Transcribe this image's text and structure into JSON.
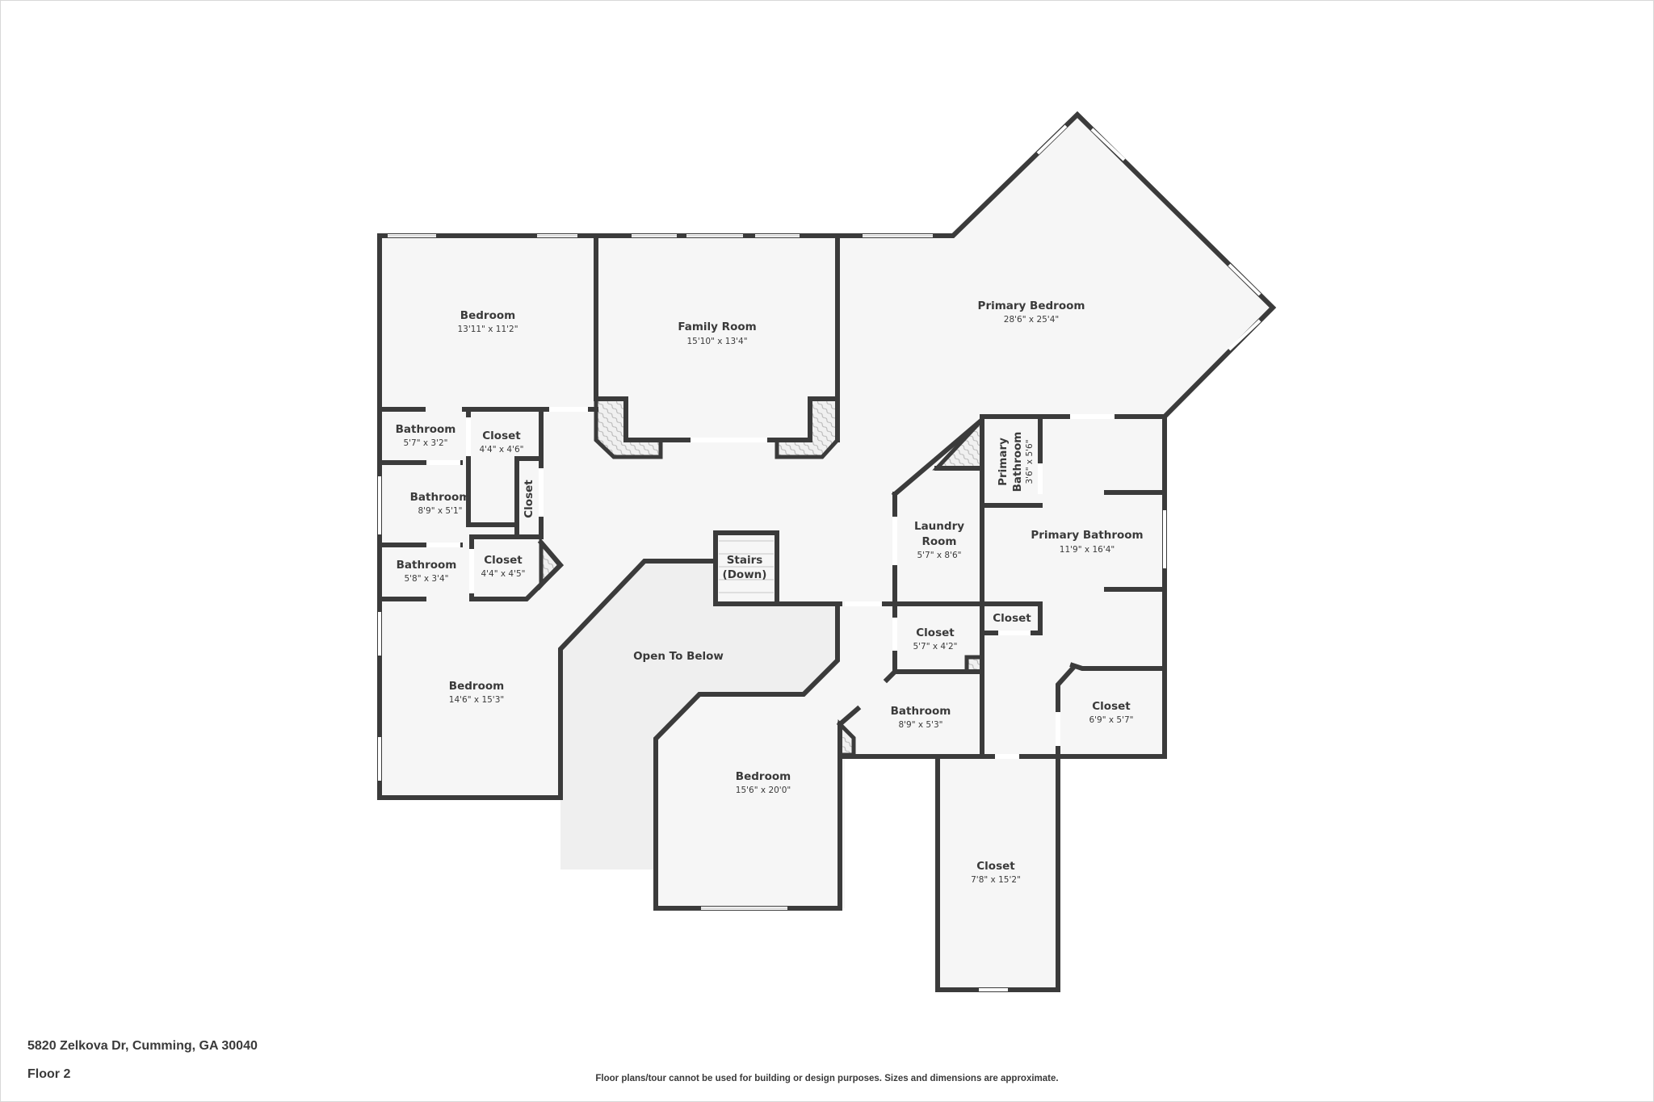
{
  "property": {
    "address": "5820 Zelkova Dr, Cumming, GA 30040",
    "floor": "Floor 2",
    "disclaimer": "Floor plans/tour cannot be used for building or design purposes. Sizes and dimensions are approximate."
  },
  "colors": {
    "wall": "#3b3b3b",
    "floor": "#f6f6f6",
    "open_to_below": "#efefef",
    "text": "#3a3a3a"
  },
  "rooms": {
    "bedroom_nw": {
      "name": "Bedroom",
      "dims": "13'11\" x 11'2\""
    },
    "family_room": {
      "name": "Family Room",
      "dims": "15'10\" x 13'4\""
    },
    "primary_bedroom": {
      "name": "Primary Bedroom",
      "dims": "28'6\" x 25'4\""
    },
    "bathroom_1": {
      "name": "Bathroom",
      "dims": "5'7\" x 3'2\""
    },
    "closet_1": {
      "name": "Closet",
      "dims": "4'4\" x 4'6\""
    },
    "bathroom_2": {
      "name": "Bathroom",
      "dims": "8'9\" x 5'1\""
    },
    "closet_vertical": {
      "name": "Closet"
    },
    "bathroom_3": {
      "name": "Bathroom",
      "dims": "5'8\" x 3'4\""
    },
    "closet_2": {
      "name": "Closet",
      "dims": "4'4\" x 4'5\""
    },
    "bedroom_sw": {
      "name": "Bedroom",
      "dims": "14'6\" x 15'3\""
    },
    "stairs": {
      "line1": "Stairs",
      "line2": "(Down)"
    },
    "open_to_below": {
      "name": "Open To Below"
    },
    "bedroom_s": {
      "name": "Bedroom",
      "dims": "15'6\" x 20'0\""
    },
    "laundry_room": {
      "line1": "Laundry",
      "line2": "Room",
      "dims": "5'7\" x 8'6\""
    },
    "primary_bathroom_small": {
      "line1": "Primary",
      "line2": "Bathroom",
      "dims": "3'6\" x 5'6\""
    },
    "primary_bathroom": {
      "name": "Primary Bathroom",
      "dims": "11'9\" x 16'4\""
    },
    "closet_3": {
      "name": "Closet",
      "dims": "5'7\" x 4'2\""
    },
    "closet_small": {
      "name": "Closet"
    },
    "bathroom_4": {
      "name": "Bathroom",
      "dims": "8'9\" x 5'3\""
    },
    "closet_4": {
      "name": "Closet",
      "dims": "6'9\" x 5'7\""
    },
    "closet_walkin": {
      "name": "Closet",
      "dims": "7'8\" x 15'2\""
    }
  }
}
